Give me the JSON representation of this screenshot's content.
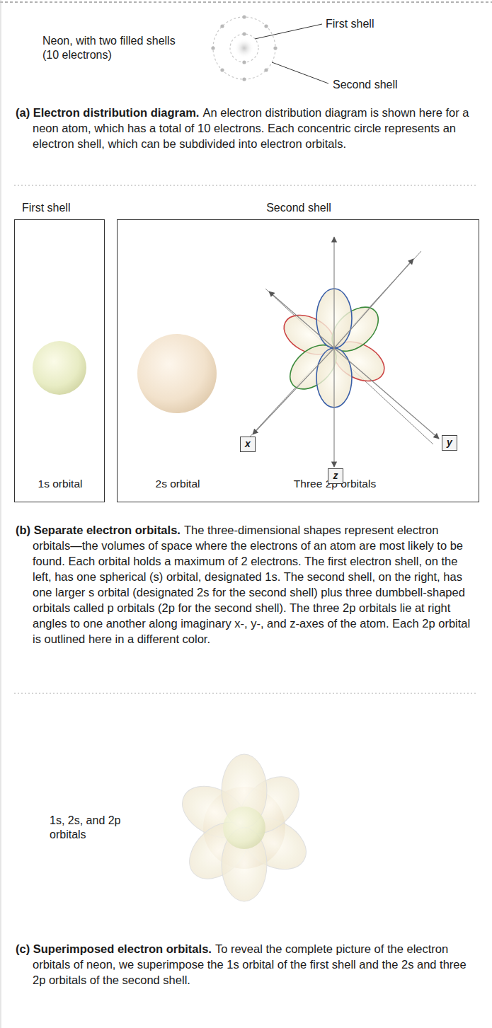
{
  "diagram": {
    "nodes": [
      {
        "text": [
          "First shell",
          "1s orbital"
        ]
      },
      {
        "text": [
          "Second shell",
          "2s orbital",
          "Three 2p orbitals"
        ]
      },
      {
        "text": [
          "x"
        ],
        "in": 1
      },
      {
        "text": [
          "y"
        ],
        "in": 1
      },
      {
        "text": [
          "z"
        ],
        "in": 1
      }
    ],
    "labels": [
      "Neon, with two filled shells (10 electrons)",
      "First shell",
      "Second shell",
      "(a) Electron distribution diagram.",
      "An electron distribution diagram is shown here for a neon atom, which has a total of 10 electrons. Each concentric circle represents an electron shell, which can be subdivided into electron orbitals.",
      "(b) Separate electron orbitals.",
      "The three-dimensional shapes represent electron orbitals—the volumes of space where the electrons of an atom are most likely to be found. Each orbital holds a maximum of 2 electrons. The first electron shell, on the left, has one spherical (s) orbital, designated 1s. The second shell, on the right, has one larger s orbital (designated 2s for the second shell) plus three dumbbell-shaped orbitals called p orbitals (2p for the second shell). The three 2p orbitals lie at right angles to one another along imaginary x-, y-, and z-axes of the atom. Each 2p orbital is outlined here in a different color.",
      "1s, 2s, and 2p orbitals",
      "(c) Superimposed electron orbitals.",
      "To reveal the complete picture of the electron orbitals of neon, we superimpose the 1s orbital of the first shell and the 2s and three 2p orbitals of the second shell."
    ]
  }
}
